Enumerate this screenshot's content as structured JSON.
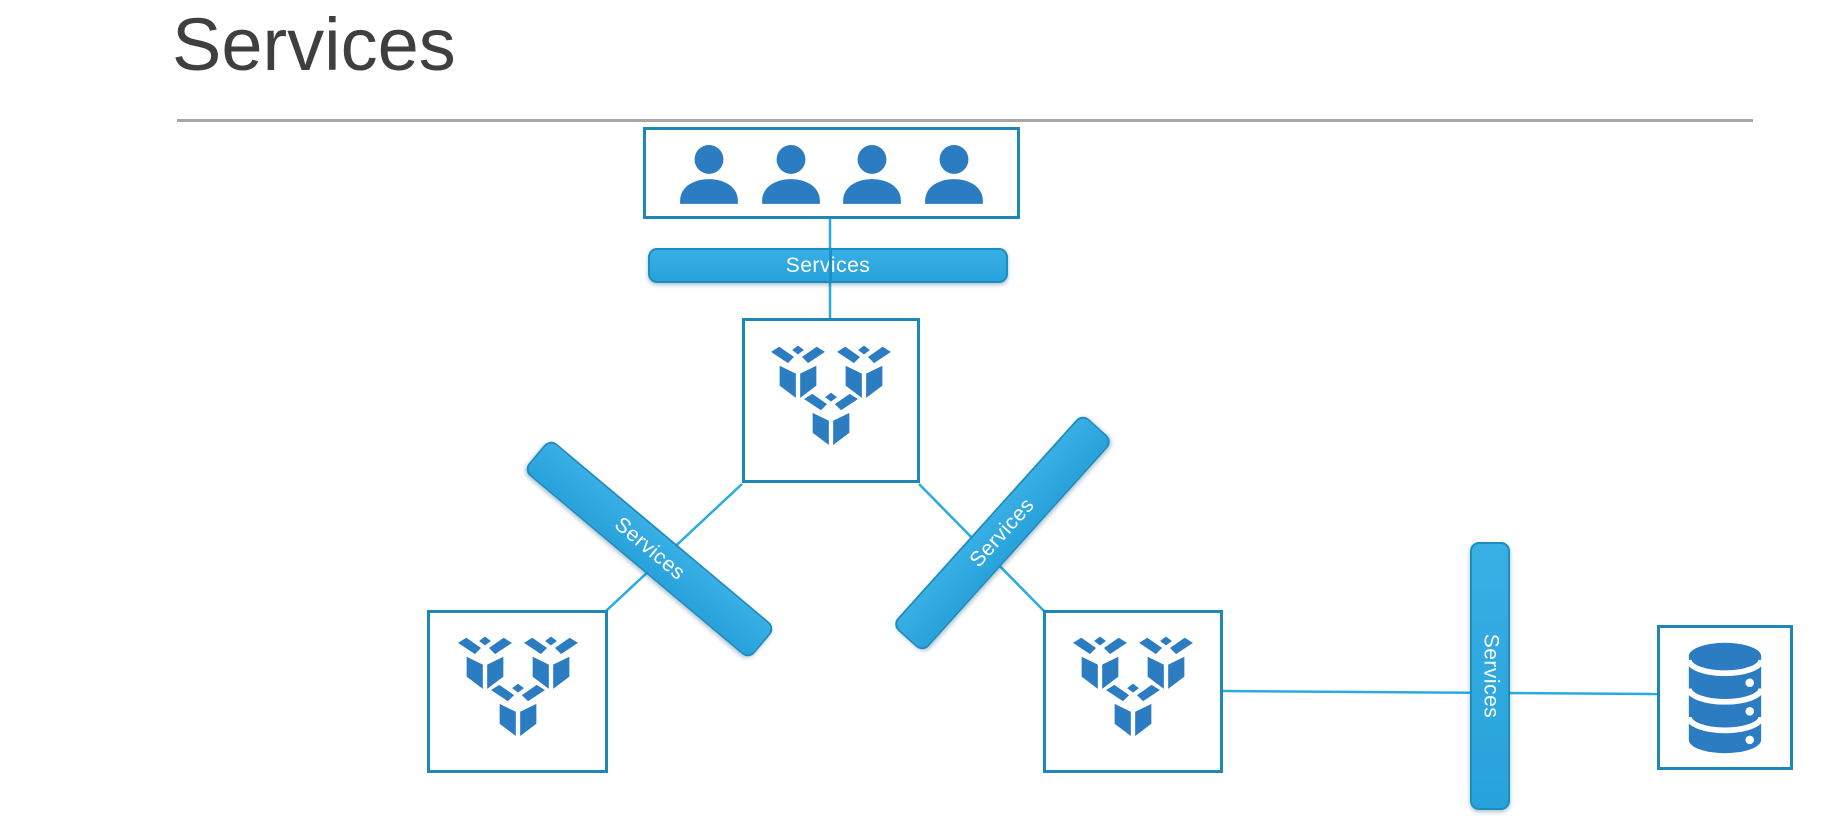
{
  "slide": {
    "title": "Services"
  },
  "labels": {
    "top_bar": "Services",
    "left_bar": "Services",
    "right_bar": "Services",
    "data_bar": "Services"
  },
  "users": {
    "count": 4
  },
  "icons": {
    "users_box": "person-icon",
    "service_nodes": "open-boxes-icon",
    "datastore": "database-icon"
  },
  "colors": {
    "title_text": "#3F3F3F",
    "divider": "#A6A6A6",
    "box_border": "#1E87B8",
    "icon_blue": "#2B7CC0",
    "bar_fill": "#2EA7DF",
    "bar_border": "#1C8DC0",
    "connector": "#29ABE2",
    "bar_text": "#FFFFFF"
  }
}
